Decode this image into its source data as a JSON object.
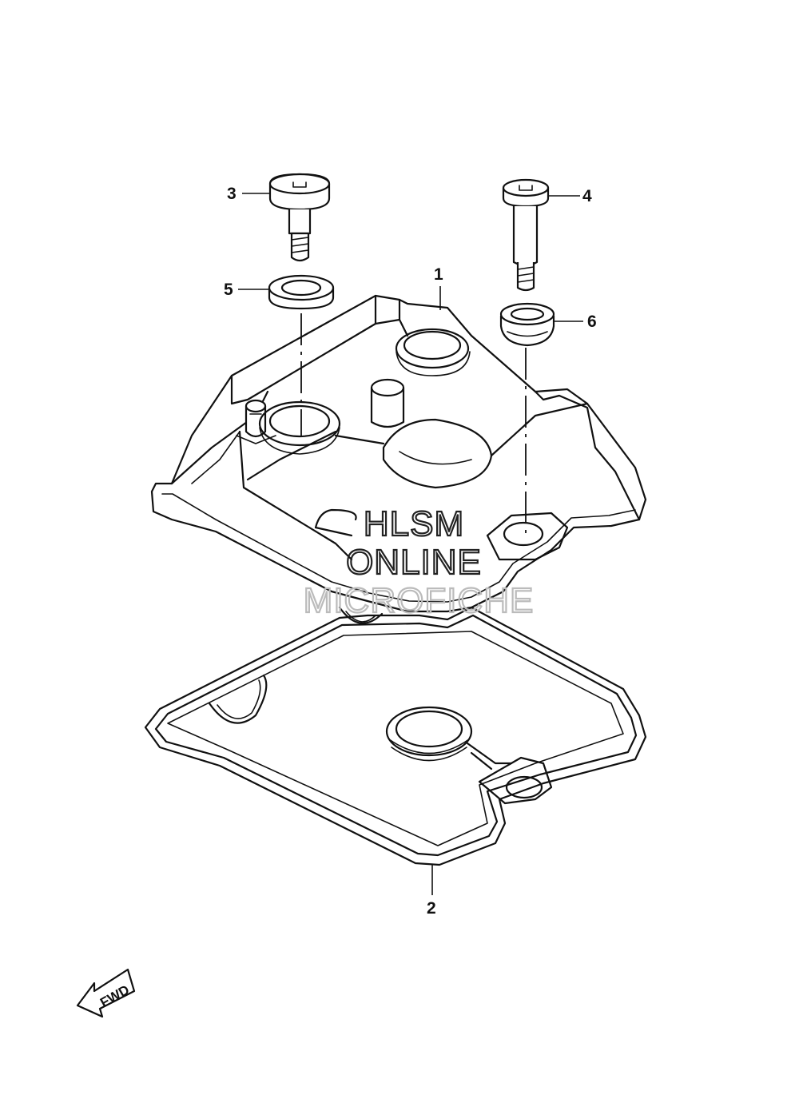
{
  "callouts": [
    {
      "id": "1",
      "label": "1"
    },
    {
      "id": "2",
      "label": "2"
    },
    {
      "id": "3",
      "label": "3"
    },
    {
      "id": "4",
      "label": "4"
    },
    {
      "id": "5",
      "label": "5"
    },
    {
      "id": "6",
      "label": "6"
    }
  ],
  "watermark": {
    "line1": "HLSM",
    "line2": "ONLINE",
    "line3": "MICROFICHE",
    "color_dark": "#222222",
    "color_light": "#bbbbbb"
  },
  "direction_arrow": {
    "label": "FWD",
    "icon": "forward-arrow-icon"
  },
  "colors": {
    "line": "#111111",
    "background": "#ffffff"
  }
}
